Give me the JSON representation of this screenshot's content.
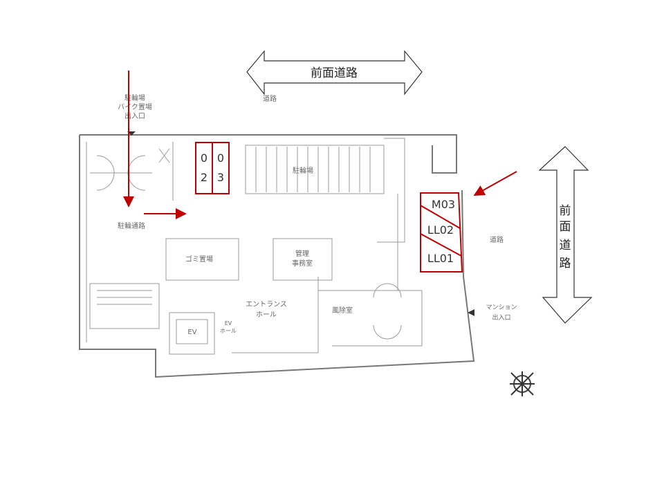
{
  "road_labels": {
    "front_road_top": "前面道路",
    "front_road_right": [
      "前",
      "面",
      "道",
      "路"
    ],
    "road_top": "道路",
    "road_right": "道路"
  },
  "rooms": {
    "bike_entrance": [
      "駐輪場",
      "バイク置場",
      "出入口"
    ],
    "bicycle_parking": "駐輪場",
    "bicycle_passage": "駐輪通路",
    "garbage": "ゴミ置場",
    "office": [
      "管理",
      "事務室"
    ],
    "entrance_hall": [
      "エントランス",
      "ホール"
    ],
    "windbreak": "風除室",
    "ev": "EV",
    "ev_hall": [
      "EV",
      "ホール"
    ],
    "mansion_entrance": [
      "マンション",
      "出入口"
    ]
  },
  "slots": {
    "s02": [
      "0",
      "2"
    ],
    "s03": [
      "0",
      "3"
    ],
    "m03": "M03",
    "ll02": "LL02",
    "ll01": "LL01"
  },
  "colors": {
    "highlight": "#c00000"
  }
}
